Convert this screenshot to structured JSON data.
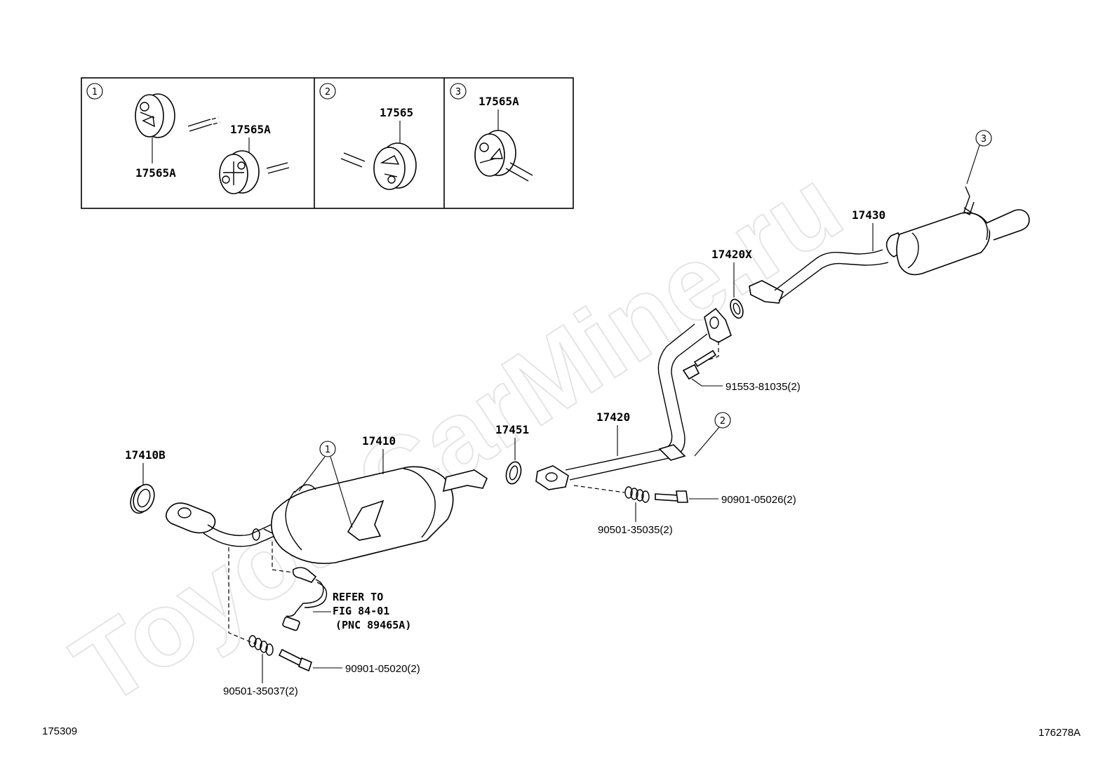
{
  "watermark": "ToyotaCarMine.ru",
  "inset": {
    "panels": [
      {
        "circle": "1",
        "labels": [
          "17565A",
          "17565A"
        ]
      },
      {
        "circle": "2",
        "labels": [
          "17565"
        ]
      },
      {
        "circle": "3",
        "labels": [
          "17565A"
        ]
      }
    ]
  },
  "parts": {
    "p17410B": "17410B",
    "p17410": "17410",
    "p17451": "17451",
    "p17420": "17420",
    "p17420X": "17420X",
    "p17430": "17430",
    "bolt_front": "90901-05020(2)",
    "spring_front": "90501-35037(2)",
    "bolt_mid": "90901-05026(2)",
    "spring_mid": "90501-35035(2)",
    "bolt_rear": "91553-81035(2)"
  },
  "callouts": {
    "c1": "1",
    "c2": "2",
    "c3": "3"
  },
  "refer": {
    "line1": "REFER TO",
    "line2": "FIG 84-01",
    "line3": "(PNC 89465A)"
  },
  "footer": {
    "left_code": "175309",
    "right_code": "176278A"
  }
}
